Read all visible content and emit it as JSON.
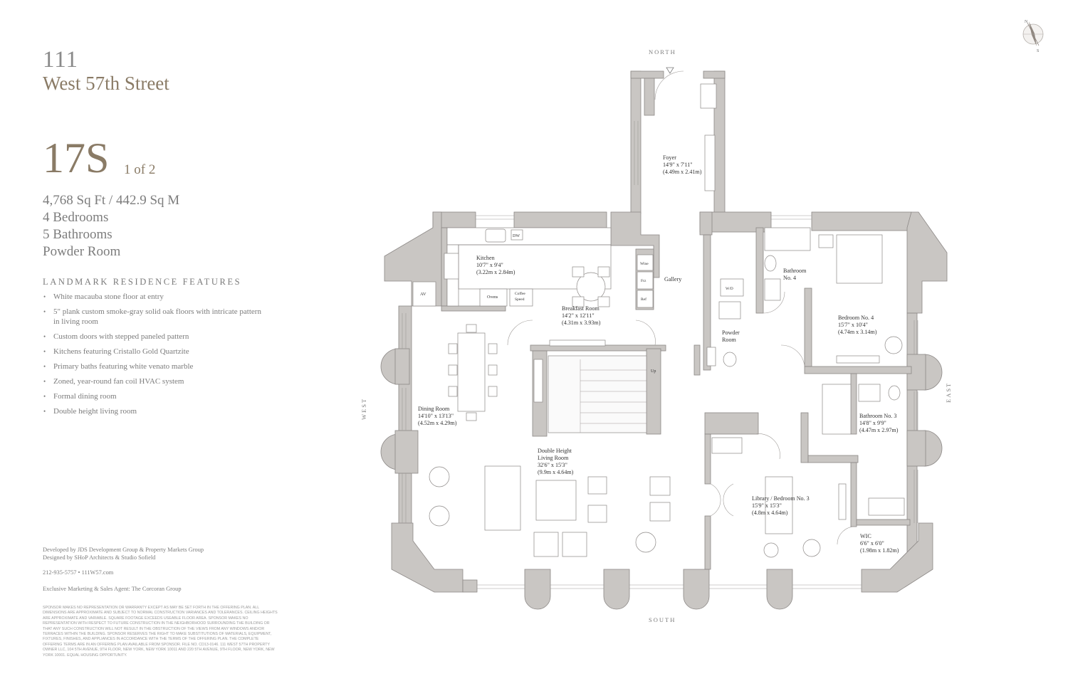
{
  "header": {
    "address_line1": "111",
    "address_line2": "West 57th Street",
    "unit": "17S",
    "page_indicator": "1 of 2"
  },
  "specs": {
    "area": "4,768 Sq Ft / 442.9 Sq M",
    "bedrooms": "4 Bedrooms",
    "bathrooms": "5 Bathrooms",
    "powder": "Powder Room"
  },
  "features": {
    "title": "LANDMARK RESIDENCE FEATURES",
    "items": [
      "White macauba stone floor at entry",
      "5\" plank custom smoke-gray solid oak floors with intricate pattern in living room",
      "Custom doors with stepped paneled pattern",
      "Kitchens featuring Cristallo Gold Quartzite",
      "Primary baths featuring white venato marble",
      "Zoned, year-round fan coil HVAC system",
      "Formal dining room",
      "Double height living room"
    ]
  },
  "credits": {
    "developer": "Developed by JDS Development Group & Property Markets Group",
    "designer": "Designed by SHoP Architects & Studio Sofield",
    "contact": "212-935-5757  •  111W57.com",
    "agent": "Exclusive Marketing & Sales Agent: The Corcoran Group",
    "disclaimer": "SPONSOR MAKES NO REPRESENTATION OR WARRANTY EXCEPT AS MAY BE SET FORTH IN THE OFFERING PLAN. ALL DIMENSIONS ARE APPROXIMATE AND SUBJECT TO NORMAL CONSTRUCTION VARIANCES AND TOLERANCES. CEILING HEIGHTS ARE APPROXIMATE AND VARIABLE. SQUARE FOOTAGE EXCEEDS USEABLE FLOOR AREA. SPONSOR MAKES NO REPRESENTATION WITH RESPECT TO FUTURE CONSTRUCTION IN THE NEIGHBORHOOD SURROUNDING THE BUILDING OR THAT ANY SUCH CONSTRUCTION WILL NOT RESULT IN THE OBSTRUCTION OF THE VIEWS FROM ANY WINDOWS AND/OR TERRACES WITHIN THE BUILDING. SPONSOR RESERVES THE RIGHT TO MAKE SUBSTITUTIONS OF MATERIALS, EQUIPMENT, FIXTURES, FINISHES, AND APPLIANCES IN ACCORDANCE WITH THE TERMS OF THE OFFERING PLAN. THE COMPLETE OFFERING TERMS ARE IN AN OFFERING PLAN AVAILABLE FROM SPONSOR. FILE NO. CD13-0146. 111 WEST 57TH PROPERTY OWNER LLC, 104 5TH AVENUE, 9TH FLOOR, NEW YORK, NEW YORK 10011 AND 220 5TH AVENUE, 9TH FLOOR, NEW YORK, NEW YORK 10001. EQUAL HOUSING OPPORTUNITY."
  },
  "compass": {
    "north": "N",
    "south": "S"
  },
  "directions": {
    "north": "NORTH",
    "south": "SOUTH",
    "west": "WEST",
    "east": "EAST"
  },
  "rooms": {
    "foyer": [
      "Foyer",
      "14'9\" x 7'11\"",
      "(4.49m x 2.41m)"
    ],
    "kitchen": [
      "Kitchen",
      "10'7\" x 9'4\"",
      "(3.22m x 2.84m)"
    ],
    "breakfast": [
      "Breakfast Room",
      "14'2\" x 12'11\"",
      "(4.31m x 3.93m)"
    ],
    "gallery": [
      "Gallery"
    ],
    "bath4": [
      "Bathroom",
      "No. 4"
    ],
    "bed4": [
      "Bedroom No. 4",
      "15'7\" x 10'4\"",
      "(4.74m x 3.14m)"
    ],
    "powder": [
      "Powder",
      "Room"
    ],
    "bath3": [
      "Bathroom No. 3",
      "14'8\" x 9'9\"",
      "(4.47m x 2.97m)"
    ],
    "dining": [
      "Dining Room",
      "14'10\" x 13'13\"",
      "(4.52m x 4.29m)"
    ],
    "living": [
      "Double Height",
      "Living Room",
      "32'6\" x 15'3\"",
      "(9.9m x 4.64m)"
    ],
    "library": [
      "Library / Bedroom No. 3",
      "15'9\" x 15'3\"",
      "(4.8m x 4.64m)"
    ],
    "wic": [
      "WIC",
      "6'6\" x 6'0\"",
      "(1.98m x 1.82m)"
    ]
  },
  "fixtures": {
    "dw": "DW",
    "av": "AV",
    "oven": "Ovens",
    "coffee": "Coffee",
    "coffee2": "Speed",
    "wine": "Wine",
    "frz": "Frz",
    "ref": "Ref",
    "wd": "W/D",
    "up": "Up"
  },
  "colors": {
    "wall": "#c9c6c3",
    "wall_stroke": "#8c8886",
    "accent": "#8a7b66",
    "line": "#a09c99"
  }
}
